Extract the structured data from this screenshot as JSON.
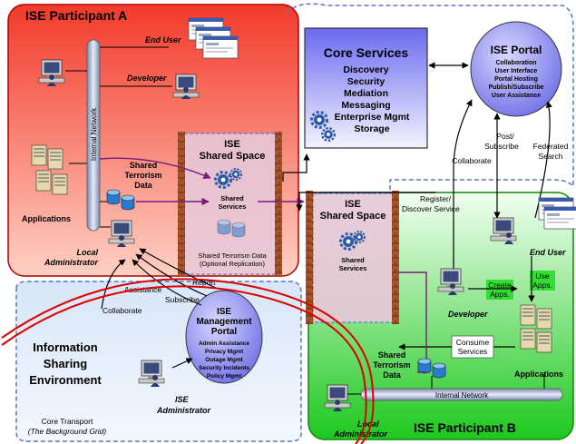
{
  "participant_a": {
    "title": "ISE Participant A",
    "end_user": "End User",
    "developer": "Developer",
    "internal_network": "Internal Network",
    "applications": "Applications",
    "local_admin_line1": "Local",
    "local_admin_line2": "Administrator",
    "shared_data_line1": "Shared",
    "shared_data_line2": "Terrorism",
    "shared_data_line3": "Data"
  },
  "shared_space_a": {
    "title_line1": "ISE",
    "title_line2": "Shared Space",
    "services_line1": "Shared",
    "services_line2": "Services",
    "replication_line1": "Shared Terrorism Data",
    "replication_line2": "(Optional Replication)"
  },
  "core_services": {
    "title": "Core Services",
    "items": [
      "Discovery",
      "Security",
      "Mediation",
      "Messaging",
      "Enterprise Mgmt",
      "Storage"
    ]
  },
  "ise_portal": {
    "title": "ISE Portal",
    "items": [
      "Collaboration",
      "User Interface",
      "Portal Hosting",
      "Publish/Subscribe",
      "User Assistance"
    ]
  },
  "shared_space_b": {
    "title_line1": "ISE",
    "title_line2": "Shared Space",
    "services_line1": "Shared",
    "services_line2": "Services"
  },
  "participant_b": {
    "title": "ISE Participant B",
    "end_user": "End User",
    "developer": "Developer",
    "applications": "Applications",
    "internal_network": "Internal Network",
    "local_admin_line1": "Local",
    "local_admin_line2": "Administrator",
    "shared_data_line1": "Shared",
    "shared_data_line2": "Terrorism",
    "shared_data_line3": "Data"
  },
  "management_portal": {
    "title_line1": "ISE",
    "title_line2": "Management",
    "title_line3": "Portal",
    "items": [
      "Admin Assistance",
      "Privacy Mgmt",
      "Outage Mgmt",
      "Security Incidents",
      "Policy Mgmt"
    ]
  },
  "environment": {
    "line1": "Information",
    "line2": "Sharing",
    "line3": "Environment",
    "transport": "Core Transport",
    "transport_sub": "(The Background Grid)",
    "admin_line1": "ISE",
    "admin_line2": "Administrator"
  },
  "flows": {
    "post_line1": "Post/",
    "post_line2": "Subscribe",
    "federated_line1": "Federated",
    "federated_line2": "Search",
    "collaborate_top": "Collaborate",
    "register_line1": "Register/",
    "register_line2": "Discover Service",
    "create_line1": "Create",
    "create_line2": "Apps.",
    "use_line1": "Use",
    "use_line2": "Apps.",
    "consume_line1": "Consume",
    "consume_line2": "Services",
    "report": "Report",
    "assistance": "Assistance",
    "subscribe": "Subscribe",
    "collaborate_bottom": "Collaborate"
  },
  "colors": {
    "participant_a": "#ee1111",
    "participant_b": "#22cc22",
    "core_services": "#5555dd",
    "portal": "#8f8ff0",
    "shared_space": "#e8c8d8",
    "highlight": "#dd0000"
  }
}
